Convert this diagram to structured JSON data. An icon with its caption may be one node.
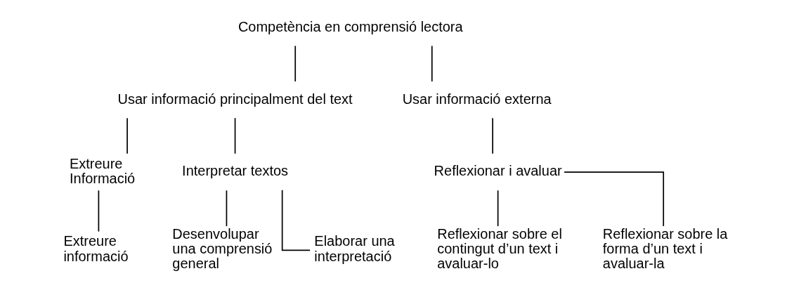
{
  "diagram": {
    "nodes": [
      {
        "text": [
          "Competència en comprensió lectora"
        ]
      },
      {
        "text": [
          "Usar informació principalment del text"
        ]
      },
      {
        "text": [
          "Usar informació externa"
        ]
      },
      {
        "text": [
          "Extreure Informació"
        ]
      },
      {
        "text": [
          "Interpretar textos"
        ]
      },
      {
        "text": [
          "Reflexionar i avaluar"
        ]
      },
      {
        "text": [
          "Extreure informació"
        ]
      },
      {
        "text": [
          "Desenvolupar una comprensió general"
        ]
      },
      {
        "text": [
          "Elaborar una interpretació"
        ]
      },
      {
        "text": [
          "Reflexionar sobre el contingut d’un text i avaluar-lo"
        ]
      },
      {
        "text": [
          "Reflexionar sobre la forma d’un text i avaluar-la"
        ]
      }
    ],
    "edges": [
      {
        "from": 0,
        "to": 1,
        "arrow": "none"
      },
      {
        "from": 0,
        "to": 2,
        "arrow": "none"
      },
      {
        "from": 1,
        "to": 3,
        "arrow": "none"
      },
      {
        "from": 1,
        "to": 4,
        "arrow": "none"
      },
      {
        "from": 2,
        "to": 5,
        "arrow": "none"
      },
      {
        "from": 3,
        "to": 6,
        "arrow": "none"
      },
      {
        "from": 4,
        "to": 7,
        "arrow": "none"
      },
      {
        "from": 4,
        "to": 8,
        "arrow": "none"
      },
      {
        "from": 5,
        "to": 9,
        "arrow": "none"
      },
      {
        "from": 5,
        "to": 10,
        "arrow": "none"
      }
    ]
  }
}
